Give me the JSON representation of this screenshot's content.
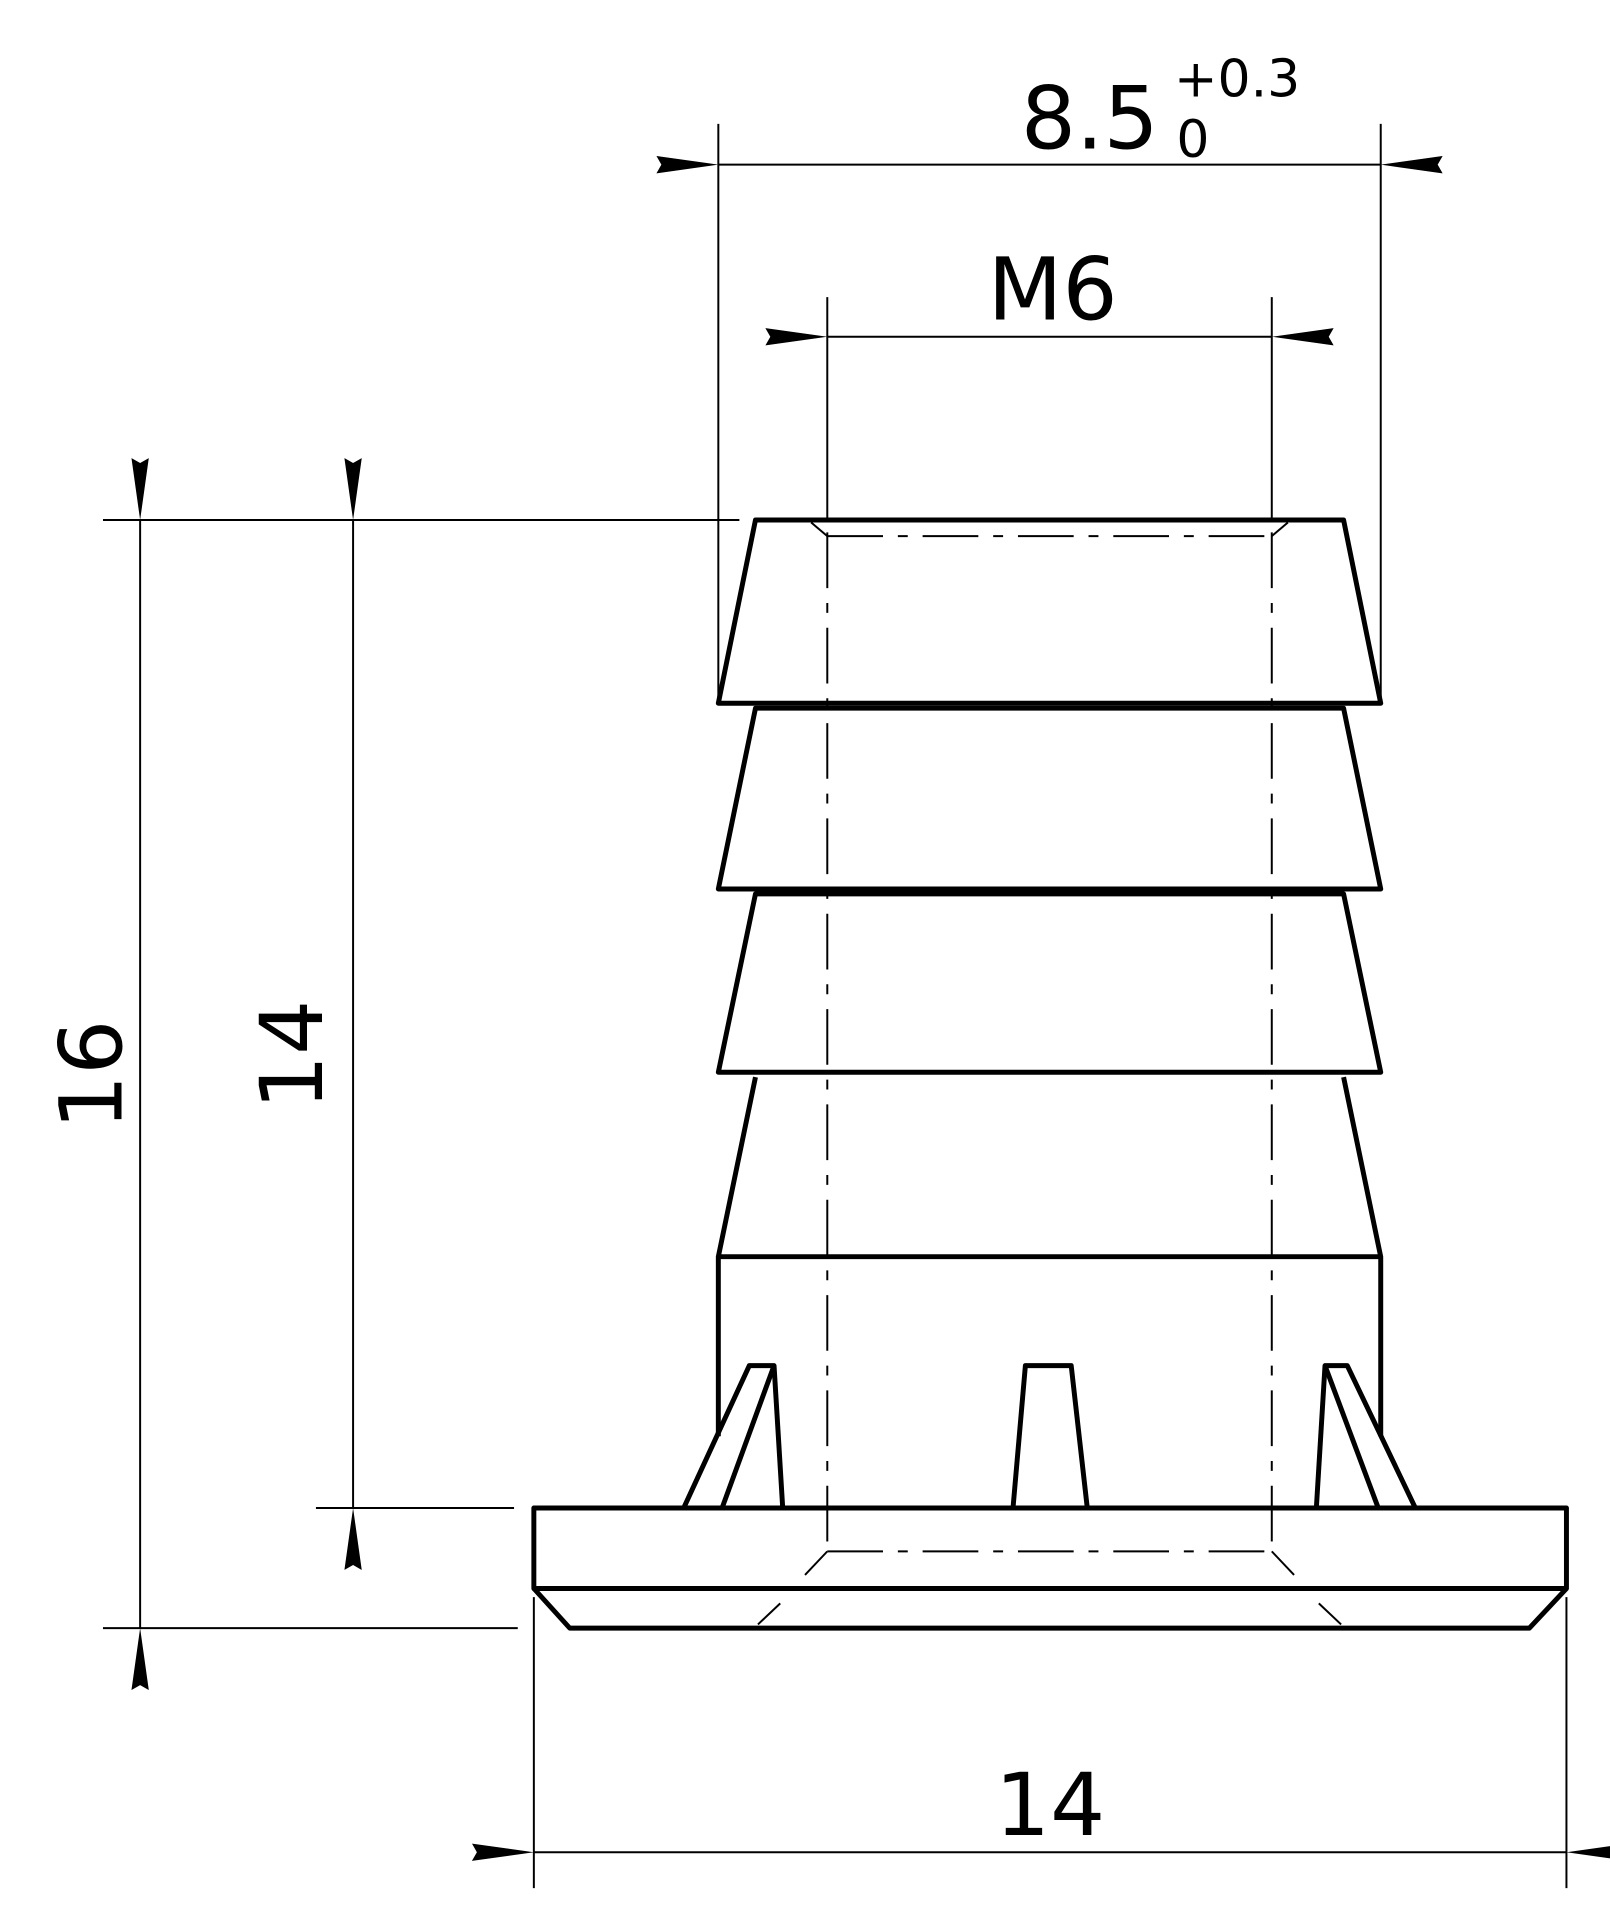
{
  "dimensions": {
    "outer_diameter": {
      "value": "8.5",
      "upper_tol": "+0.3",
      "lower_tol": "0"
    },
    "thread": "M6",
    "total_height": "16",
    "body_height": "14",
    "flange_width": "14"
  },
  "colors": {
    "line": "#000000",
    "background": "#ffffff"
  }
}
